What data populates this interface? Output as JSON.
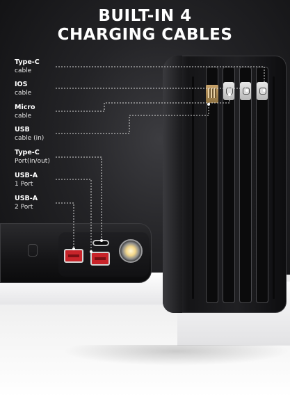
{
  "headline": {
    "line1": "BUILT-IN 4",
    "line2": "CHARGING CABLES"
  },
  "labels": [
    {
      "bold": "Type-C",
      "normal": "cable"
    },
    {
      "bold": "IOS",
      "normal": "cable"
    },
    {
      "bold": "Micro",
      "normal": "cable"
    },
    {
      "bold": "USB",
      "normal": "cable (in)"
    },
    {
      "bold": "Type-C",
      "normal": "Port(in/out)"
    },
    {
      "bold": "USB-A",
      "normal": "1 Port"
    },
    {
      "bold": "USB-A",
      "normal": "2 Port"
    }
  ],
  "colors": {
    "background_dark": "#1a1a1c",
    "text": "#ffffff",
    "leader_line": "#d8d8d8",
    "usb_port_red": "#c8242a"
  },
  "product": {
    "type": "power-bank-photo",
    "icons": [
      "usb-plug-icon",
      "lightning-connector-icon",
      "type-c-connector-icon",
      "flashlight-icon"
    ]
  }
}
